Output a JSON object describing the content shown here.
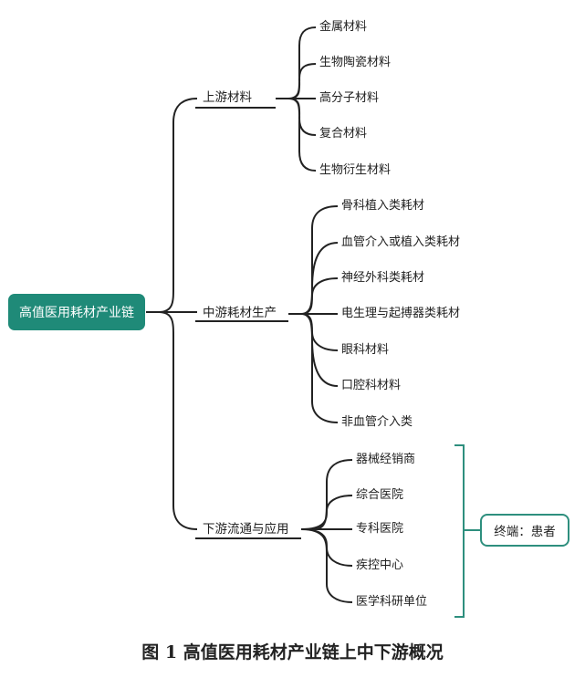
{
  "root": {
    "label": "高值医用耗材产业链"
  },
  "branches": [
    {
      "label": "上游材料",
      "items": [
        "金属材料",
        "生物陶瓷材料",
        "高分子材料",
        "复合材料",
        "生物衍生材料"
      ]
    },
    {
      "label": "中游耗材生产",
      "items": [
        "骨科植入类耗材",
        "血管介入或植入类耗材",
        "神经外科类耗材",
        "电生理与起搏器类耗材",
        "眼科材料",
        "口腔科材料",
        "非血管介入类"
      ]
    },
    {
      "label": "下游流通与应用",
      "items": [
        "器械经销商",
        "综合医院",
        "专科医院",
        "疾控中心",
        "医学科研单位"
      ]
    }
  ],
  "terminal": {
    "label": "终端：患者"
  },
  "caption": "图 1   高值医用耗材产业链上中下游概况",
  "colors": {
    "root_fill": "#1f8a78",
    "bracket": "#2e8f7e",
    "lines": "#222222"
  }
}
